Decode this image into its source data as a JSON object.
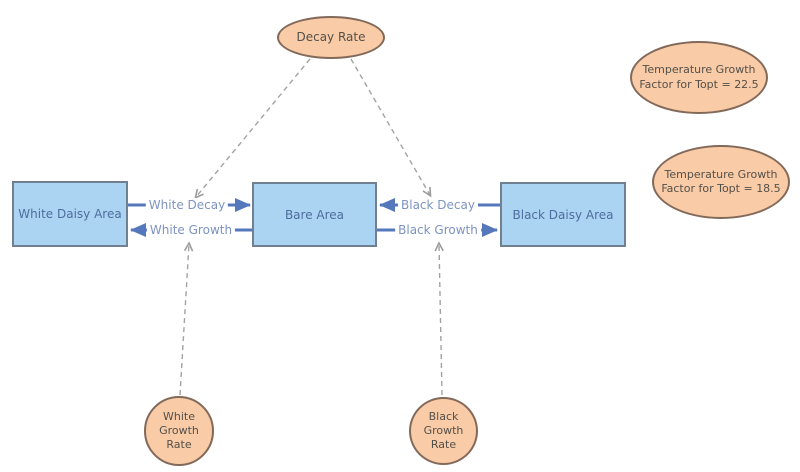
{
  "diagram": {
    "stocks": [
      {
        "id": "white-daisy-area",
        "label": "White Daisy Area"
      },
      {
        "id": "bare-area",
        "label": "Bare Area"
      },
      {
        "id": "black-daisy-area",
        "label": "Black Daisy Area"
      }
    ],
    "flows": [
      {
        "id": "white-decay",
        "label": "White Decay"
      },
      {
        "id": "white-growth",
        "label": "White Growth"
      },
      {
        "id": "black-decay",
        "label": "Black Decay"
      },
      {
        "id": "black-growth",
        "label": "Black Growth"
      }
    ],
    "converters": [
      {
        "id": "decay-rate",
        "label": "Decay Rate"
      },
      {
        "id": "temp-growth-topt-22-5",
        "label": "Temperature Growth Factor for Topt = 22.5"
      },
      {
        "id": "temp-growth-topt-18-5",
        "label": "Temperature Growth Factor for Topt = 18.5"
      },
      {
        "id": "white-growth-rate",
        "label": "White Growth Rate"
      },
      {
        "id": "black-growth-rate",
        "label": "Black Growth Rate"
      }
    ],
    "colors": {
      "stock_fill": "#abd3f2",
      "stock_border": "#708090",
      "stock_text": "#4e6d9e",
      "converter_fill": "#f9cba6",
      "converter_border": "#82695a",
      "converter_text": "#54504a",
      "flow_arrow": "#5577bb",
      "flow_label_text": "#7e93c2",
      "dependency_line": "#a2a2a2",
      "background": "#ffffff"
    }
  }
}
